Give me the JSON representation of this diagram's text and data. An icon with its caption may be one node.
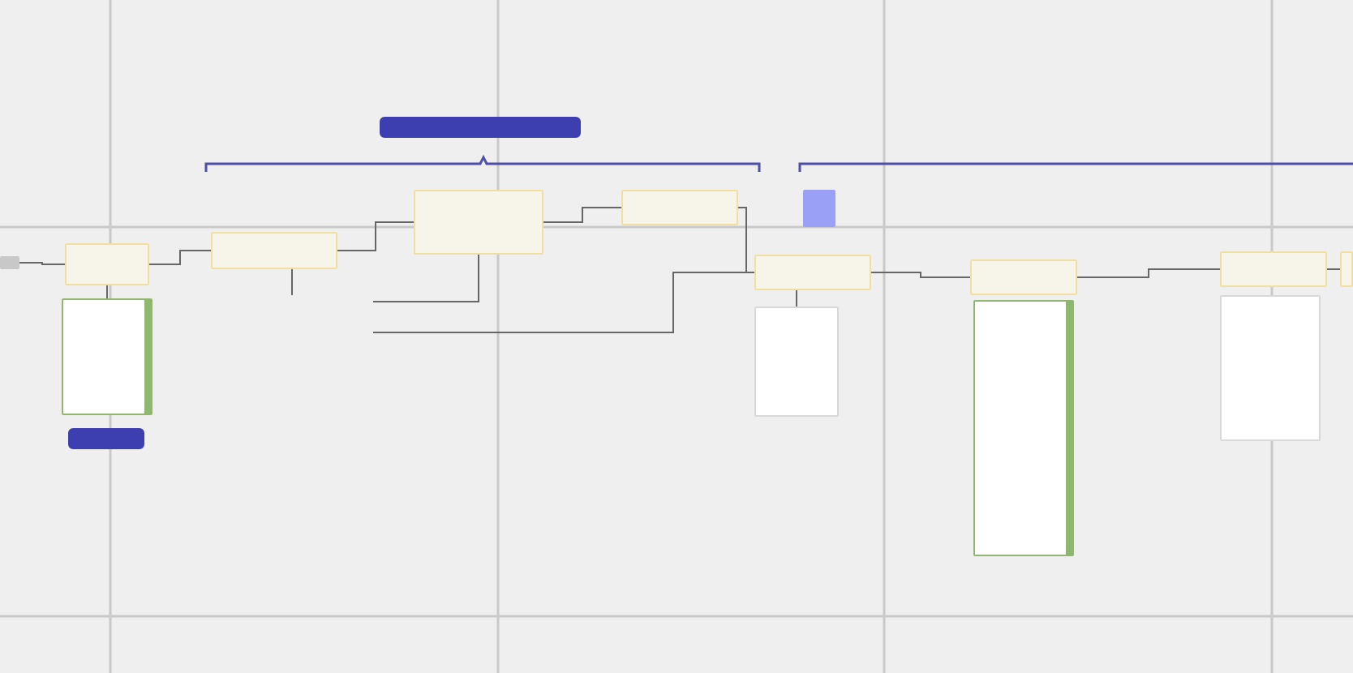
{
  "diagram": {
    "nodes": [
      {
        "text": [],
        "shape": "box"
      },
      {
        "text": [],
        "shape": "box"
      },
      {
        "text": [],
        "shape": "box"
      },
      {
        "text": [],
        "shape": "box"
      },
      {
        "text": [],
        "shape": "box"
      },
      {
        "text": [],
        "shape": "box"
      },
      {
        "text": [],
        "shape": "box"
      },
      {
        "text": [],
        "shape": "box"
      },
      {
        "text": [],
        "shape": "box"
      },
      {
        "text": [],
        "shape": "box"
      },
      {
        "text": [],
        "shape": "box"
      },
      {
        "text": [],
        "shape": "box"
      },
      {
        "text": [],
        "shape": "box"
      },
      {
        "text": [],
        "shape": "box"
      },
      {
        "text": [],
        "shape": "box"
      },
      {
        "text": [],
        "shape": "box"
      }
    ],
    "edges": [
      {
        "from": 0,
        "to": 1,
        "arrow": "none"
      },
      {
        "from": 1,
        "to": 2,
        "arrow": "none"
      },
      {
        "from": 1,
        "to": 4,
        "arrow": "none"
      },
      {
        "from": 4,
        "to": 5,
        "arrow": "none"
      },
      {
        "from": 4,
        "to": null,
        "arrow": "none"
      },
      {
        "from": 5,
        "to": 6,
        "arrow": "none"
      },
      {
        "from": 5,
        "to": null,
        "arrow": "none"
      },
      {
        "from": 6,
        "to": 9,
        "arrow": "none"
      },
      {
        "from": 9,
        "to": null,
        "arrow": "none"
      },
      {
        "from": 9,
        "to": 10,
        "arrow": "none"
      },
      {
        "from": 9,
        "to": 11,
        "arrow": "none"
      },
      {
        "from": 11,
        "to": 13,
        "arrow": "none"
      },
      {
        "from": 13,
        "to": 15,
        "arrow": "none"
      }
    ]
  }
}
